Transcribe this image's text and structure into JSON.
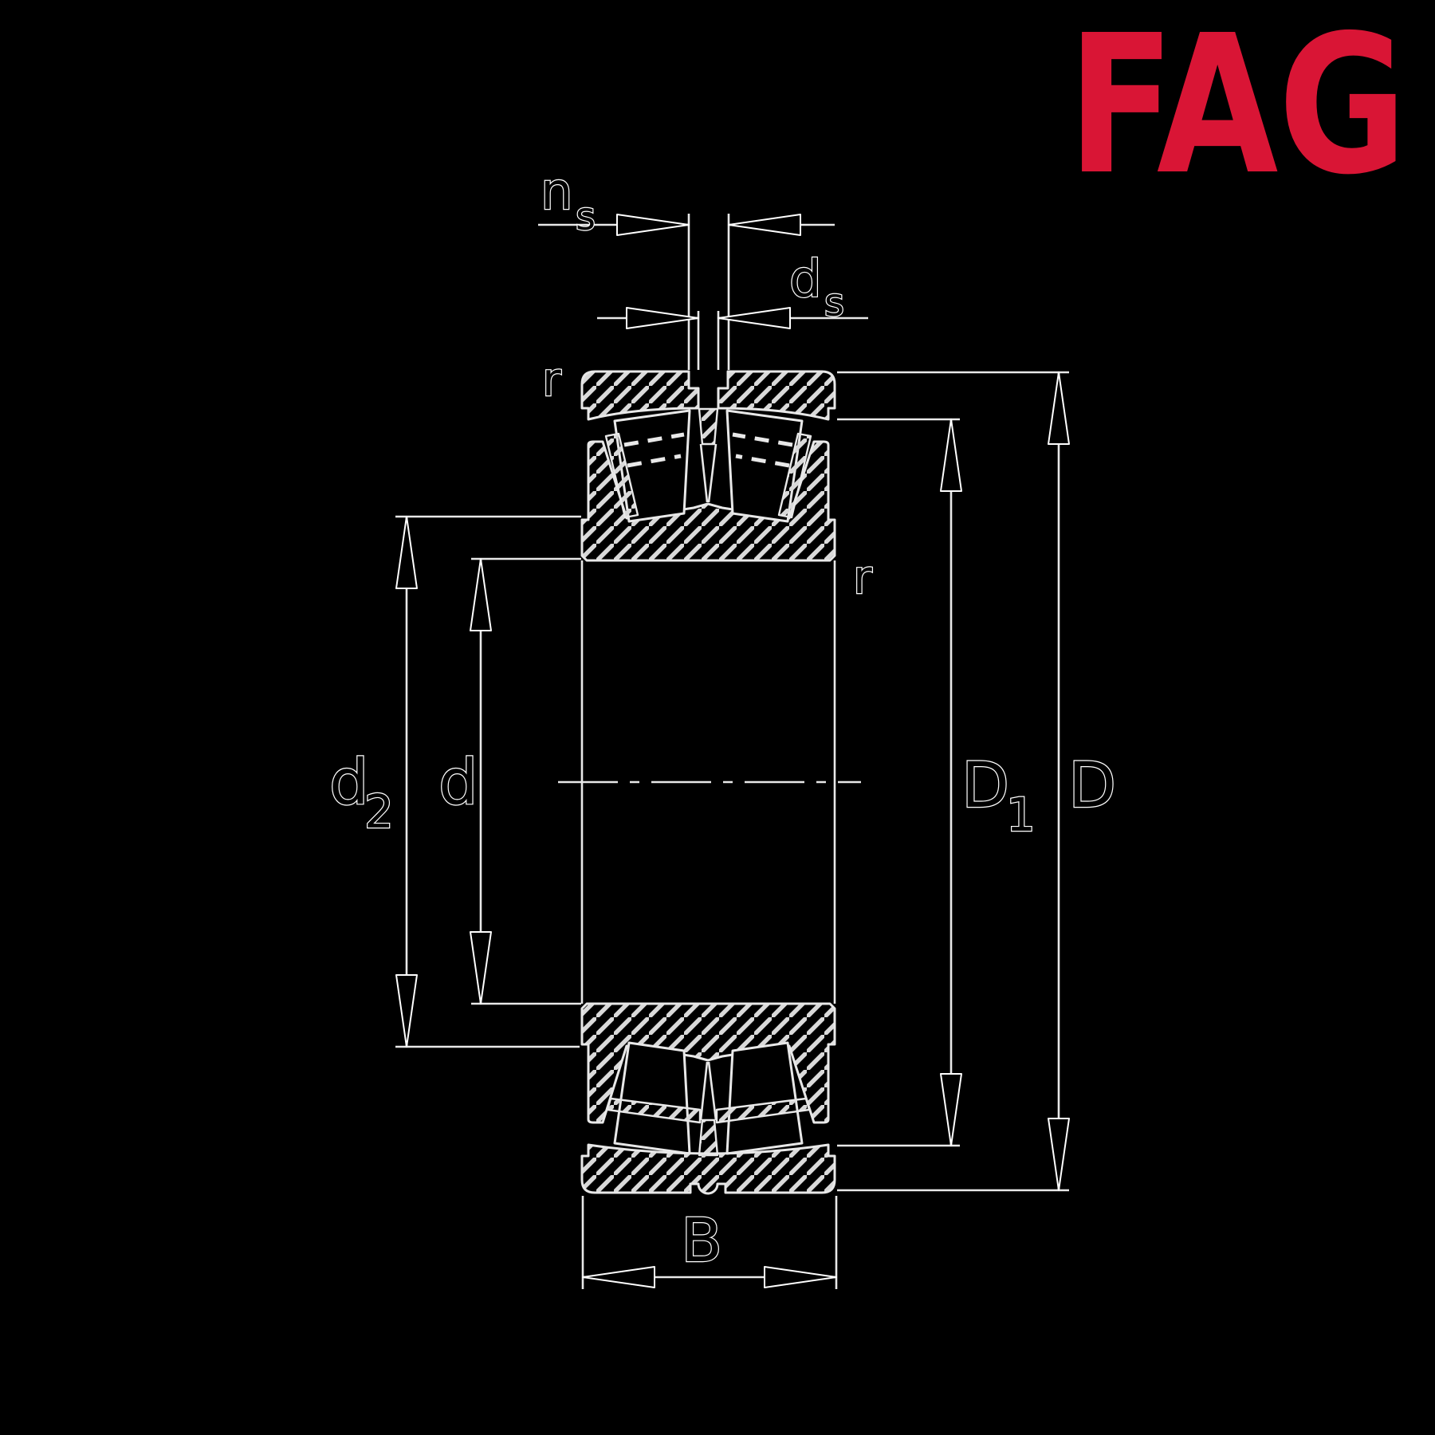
{
  "page": {
    "background": "#000000",
    "line_color": "#e8e8e8"
  },
  "logo": {
    "text": "FAG",
    "color": "#d91535"
  },
  "drawing": {
    "labels": {
      "ns_main": "n",
      "ns_sub": "s",
      "ds_main": "d",
      "ds_sub": "s",
      "r_top": "r",
      "r_inner": "r",
      "d2_main": "d",
      "d2_sub": "2",
      "d_main": "d",
      "D1_main": "D",
      "D1_sub": "1",
      "D_main": "D",
      "B_main": "B"
    }
  }
}
